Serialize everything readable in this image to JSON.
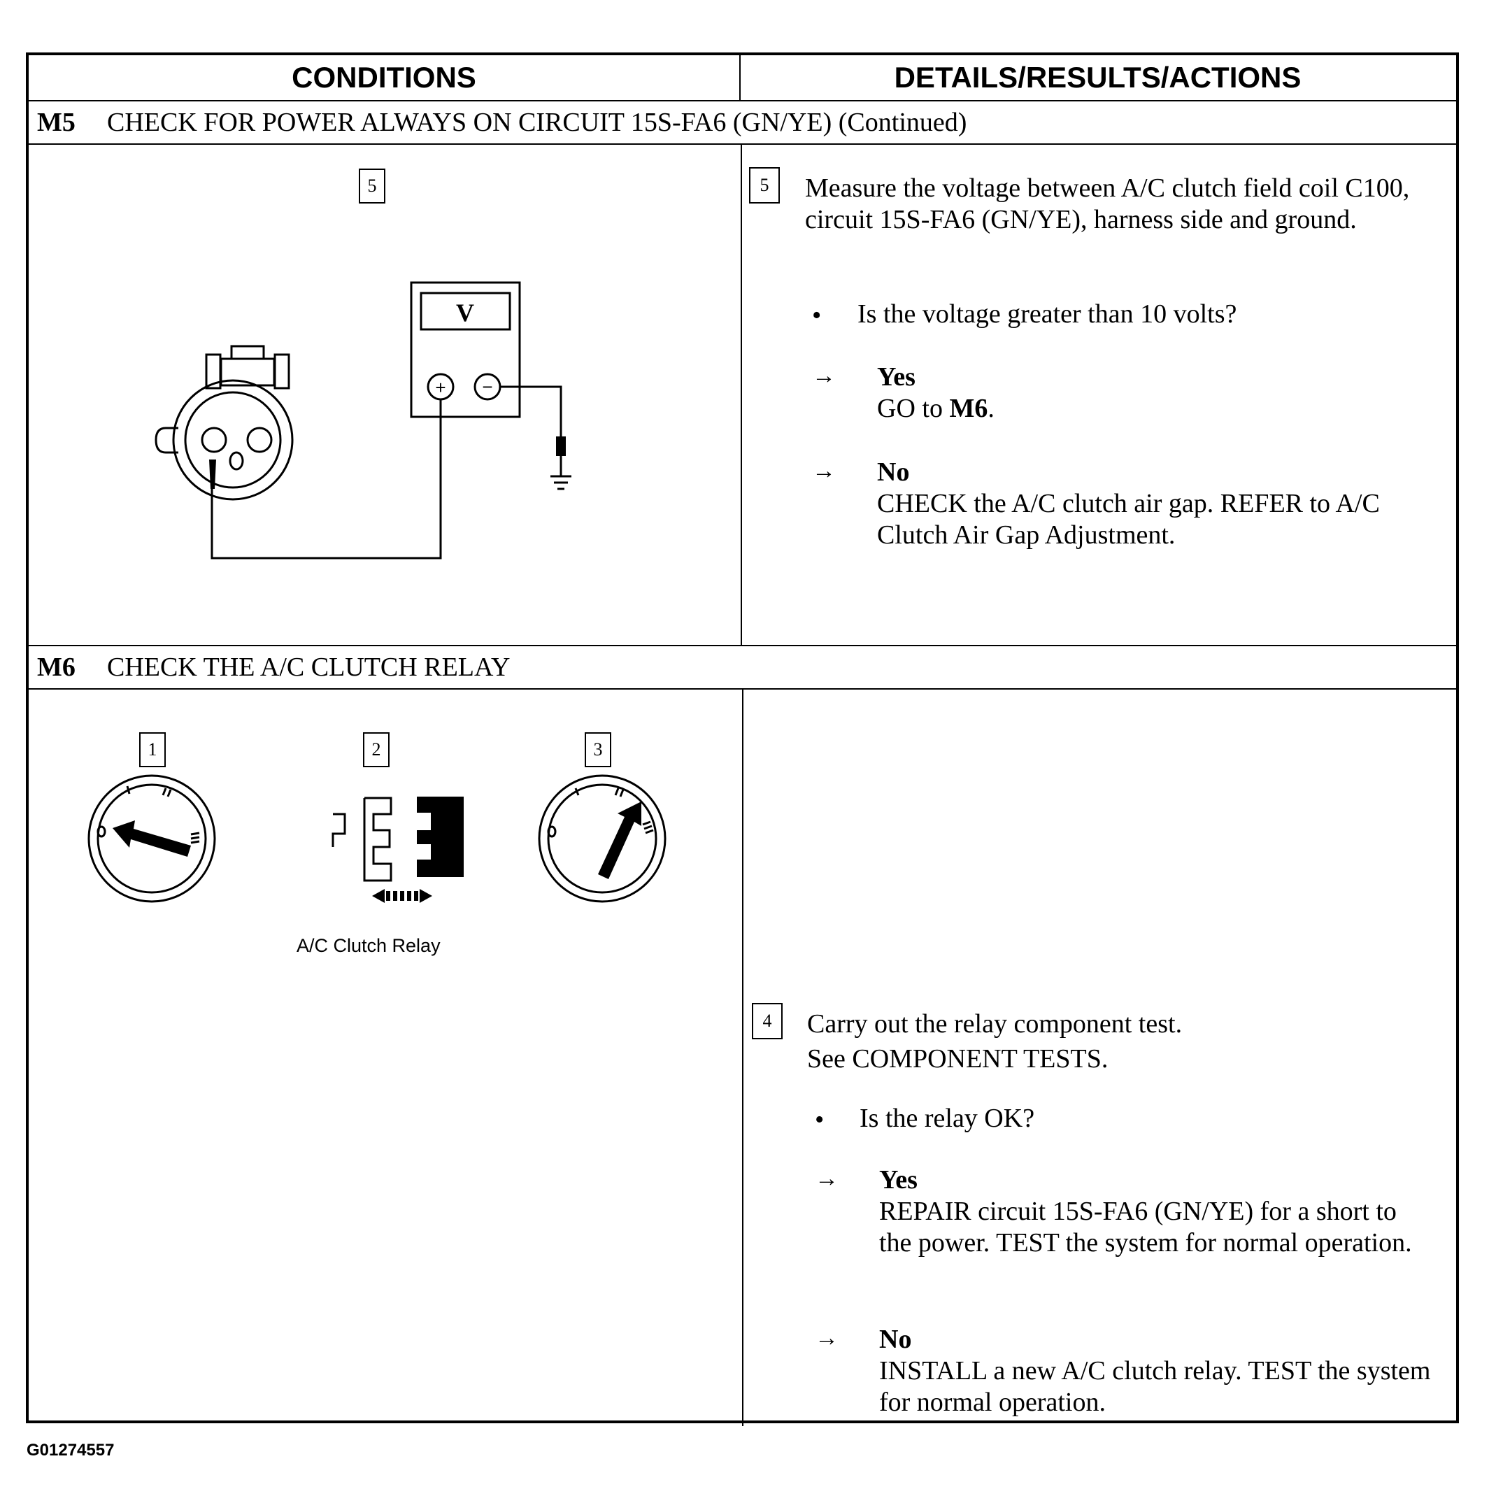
{
  "header": {
    "conditions": "CONDITIONS",
    "details": "DETAILS/RESULTS/ACTIONS"
  },
  "m5": {
    "code": "M5",
    "title": "CHECK FOR POWER ALWAYS ON CIRCUIT 15S-FA6 (GN/YE) (Continued)",
    "figure_step": "5",
    "meter_label": "V",
    "meter_plus": "+",
    "meter_minus": "−",
    "step": "5",
    "instruction": "Measure the voltage between A/C clutch field coil C100, circuit 15S-FA6 (GN/YE), harness side and ground.",
    "question": "Is the voltage greater than 10 volts?",
    "yes_label": "Yes",
    "yes_action_prefix": "GO to ",
    "yes_action_bold": "M6",
    "yes_action_suffix": ".",
    "no_label": "No",
    "no_action": "CHECK the A/C clutch air gap. REFER to A/C Clutch Air Gap Adjustment."
  },
  "m6": {
    "code": "M6",
    "title": "CHECK THE A/C CLUTCH RELAY",
    "figure_steps": [
      "1",
      "2",
      "3"
    ],
    "relay_caption": "A/C Clutch Relay",
    "step": "4",
    "instruction_line1": "Carry out the relay component test.",
    "instruction_line2": "See COMPONENT TESTS.",
    "question": "Is the relay OK?",
    "yes_label": "Yes",
    "yes_action": "REPAIR circuit 15S-FA6 (GN/YE) for a short to the power. TEST the system for normal operation.",
    "no_label": "No",
    "no_action": "INSTALL a new A/C clutch relay. TEST the system for normal operation."
  },
  "footer": {
    "figure_id": "G01274557"
  },
  "icons": {
    "arrow": "→",
    "bullet": "•"
  }
}
